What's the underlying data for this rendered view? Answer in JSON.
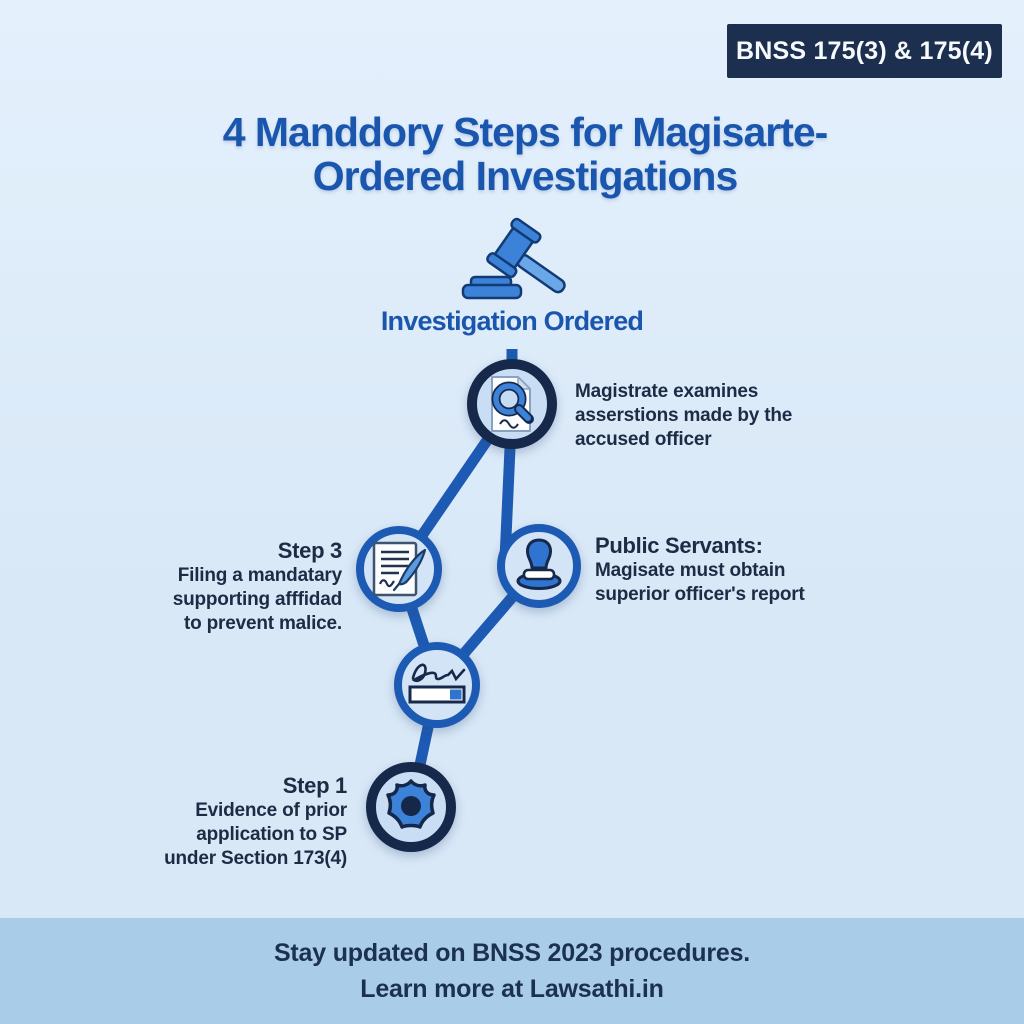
{
  "colors": {
    "bg_top": "#e4f0fc",
    "bg": "#d8e8f7",
    "band": "#a9cce9",
    "primary": "#1d5ab3",
    "navy": "#16294a",
    "title": "#1a56ad",
    "text": "#1d2b45",
    "badge_bg": "#1d2f4f",
    "badge_text": "#f7fafd",
    "icon_blue": "#3b82d8",
    "icon_blue_light": "#6aa7e8",
    "icon_blue_dark": "#123a75",
    "node_fill": "#c9def4",
    "node_fill_light": "#d3e4f7",
    "paper": "#fbfdff",
    "footer_text": "#1c3050"
  },
  "header": {
    "badge": "BNSS 175(3) & 175(4)"
  },
  "title": {
    "line1": "4 Manddory Steps for Magisarte-",
    "line2": "Ordered Investigations"
  },
  "flow": {
    "start_label": "Investigation Ordered",
    "start_icon": "gavel-icon",
    "nodes": {
      "magistrate": {
        "icon": "document-search-icon",
        "lines": [
          "Magistrate examines",
          "asserstions made by the",
          "accused officer"
        ]
      },
      "step3": {
        "icon": "affidavit-document-pen-icon",
        "heading": "Step 3",
        "lines": [
          "Filing a mandatary",
          "supporting afffidad",
          "to prevent malice."
        ]
      },
      "public_servants": {
        "icon": "stamp-icon",
        "heading": "Public Servants:",
        "lines": [
          "Magisate must obtain",
          "superior officer's report"
        ]
      },
      "signature": {
        "icon": "signature-field-icon"
      },
      "step1": {
        "icon": "police-badge-icon",
        "heading": "Step 1",
        "lines": [
          "Evidence of prior",
          "application to SP",
          "under Section 173(4)"
        ]
      }
    }
  },
  "footer": {
    "line1": "Stay updated on BNSS 2023 procedures.",
    "line2": "Learn more at Lawsathi.in"
  }
}
